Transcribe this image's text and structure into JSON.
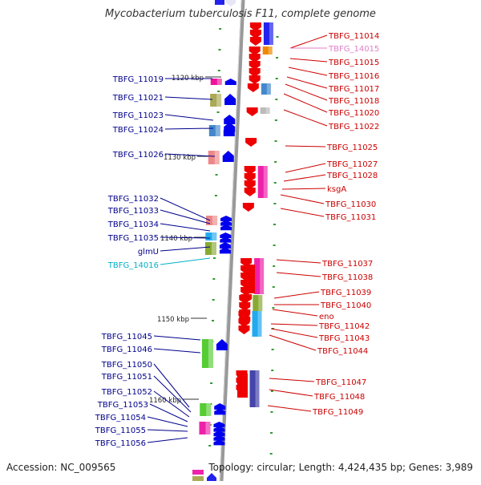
{
  "title": "Mycobacterium tuberculosis F11, complete genome",
  "footer": {
    "accession": "Accession: NC_009565",
    "topology": "Topology: circular; Length: 4,424,435 bp; Genes: 3,989"
  },
  "scale_marks": [
    "1120 kbp",
    "1130 kbp",
    "1140 kbp",
    "1150 kbp",
    "1160 kbp"
  ],
  "colors": {
    "label_left": "#00008b",
    "label_right": "#cc0000",
    "label_pseudo_left": "#00b0c8",
    "label_pseudo_right": "#e080c8",
    "arrow_left": "#0000ee",
    "arrow_right": "#ee0000",
    "backbone": "#999999",
    "tick": "#339933"
  },
  "left_genes": [
    "TBFG_11019",
    "TBFG_11021",
    "TBFG_11023",
    "TBFG_11024",
    "TBFG_11026",
    "TBFG_11032",
    "TBFG_11033",
    "TBFG_11034",
    "TBFG_11035",
    "glmU",
    "TBFG_14016",
    "TBFG_11045",
    "TBFG_11046",
    "TBFG_11050",
    "TBFG_11051",
    "TBFG_11052",
    "TBFG_11053",
    "TBFG_11054",
    "TBFG_11055",
    "TBFG_11056"
  ],
  "right_genes": [
    "TBFG_11014",
    "TBFG_14015",
    "TBFG_11015",
    "TBFG_11016",
    "TBFG_11017",
    "TBFG_11018",
    "TBFG_11020",
    "TBFG_11022",
    "TBFG_11025",
    "TBFG_11027",
    "TBFG_11028",
    "ksgA",
    "TBFG_11030",
    "TBFG_11031",
    "TBFG_11037",
    "TBFG_11038",
    "TBFG_11039",
    "TBFG_11040",
    "eno",
    "TBFG_11042",
    "TBFG_11043",
    "TBFG_11044",
    "TBFG_11047",
    "TBFG_11048",
    "TBFG_11049"
  ]
}
